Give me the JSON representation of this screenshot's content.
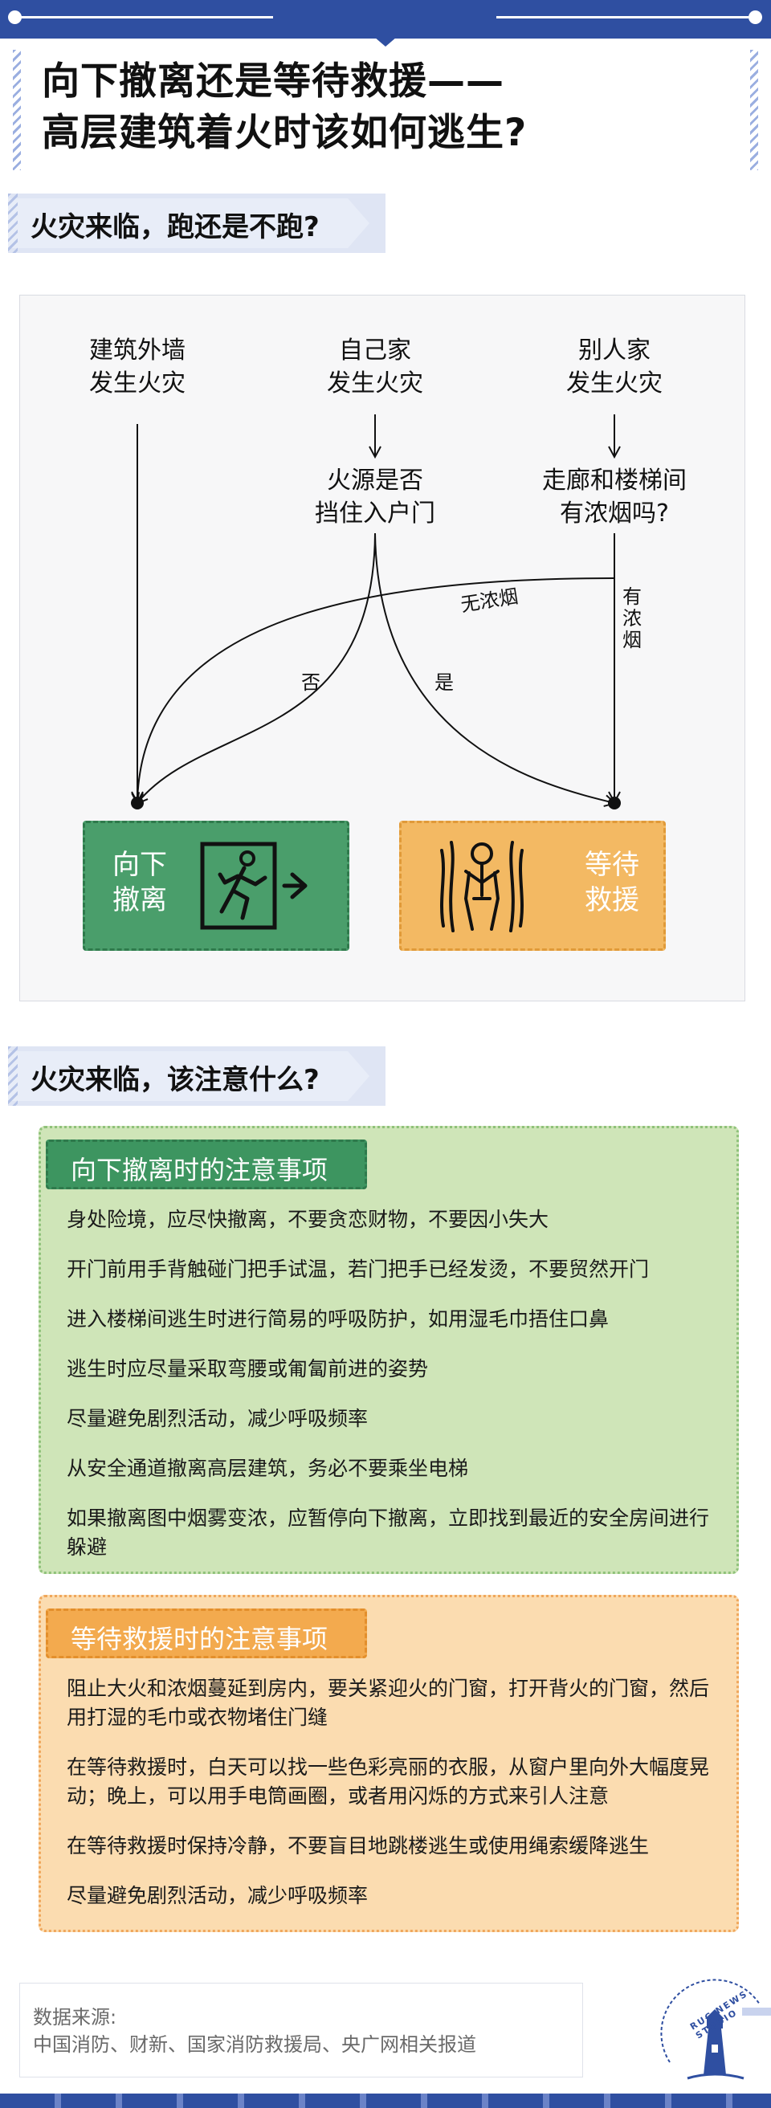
{
  "title": {
    "line1": "向下撤离还是等待救援——",
    "line2": "高层建筑着火时该如何逃生?"
  },
  "section1": {
    "heading": "火灾来临，跑还是不跑?"
  },
  "flowchart": {
    "starts": {
      "wall": "建筑外墙\n发生火灾",
      "own": "自己家\n发生火灾",
      "other": "别人家\n发生火灾"
    },
    "questions": {
      "fire": "火源是否\n挡住入户门",
      "smoke": "走廊和楼梯间\n有浓烟吗?"
    },
    "edges": {
      "no": "否",
      "yes": "是",
      "no_smoke": "无浓烟",
      "has_smoke": "有\n浓\n烟"
    },
    "outcomes": {
      "evacuate": "向下\n撤离",
      "wait": "等待\n救援"
    },
    "icons": {
      "evacuate": "running-exit-icon",
      "wait": "trapped-person-icon"
    }
  },
  "section2": {
    "heading": "火灾来临，该注意什么?"
  },
  "evacuate_tips": {
    "title": "向下撤离时的注意事项",
    "items": [
      "身处险境，应尽快撤离，不要贪恋财物，不要因小失大",
      "开门前用手背触碰门把手试温，若门把手已经发烫，不要贸然开门",
      "进入楼梯间逃生时进行简易的呼吸防护，如用湿毛巾捂住口鼻",
      "逃生时应尽量采取弯腰或匍匐前进的姿势",
      "尽量避免剧烈活动，减少呼吸频率",
      "从安全通道撤离高层建筑，务必不要乘坐电梯",
      "如果撤离图中烟雾变浓，应暂停向下撤离，立即找到最近的安全房间进行躲避"
    ]
  },
  "wait_tips": {
    "title": "等待救援时的注意事项",
    "items": [
      "阻止大火和浓烟蔓延到房内，要关紧迎火的门窗，打开背火的门窗，然后用打湿的毛巾或衣物堵住门缝",
      "在等待救援时，白天可以找一些色彩亮丽的衣服，从窗户里向外大幅度晃动；晚上，可以用手电筒画圈，或者用闪烁的方式来引人注意",
      "在等待救援时保持冷静，不要盲目地跳楼逃生或使用绳索缓降逃生",
      "尽量避免剧烈活动，减少呼吸频率"
    ]
  },
  "source": {
    "heading": "数据来源:",
    "text": "中国消防、财新、国家消防救援局、央广网相关报道"
  },
  "logo": {
    "text": "RUC NEWS STUDIO"
  },
  "colors": {
    "brand_blue": "#2f4fa1",
    "evacuate_green": "#4a9e6b",
    "wait_orange": "#f3b963",
    "panel_green": "#cfe5b8",
    "panel_orange": "#fbdcb0"
  }
}
